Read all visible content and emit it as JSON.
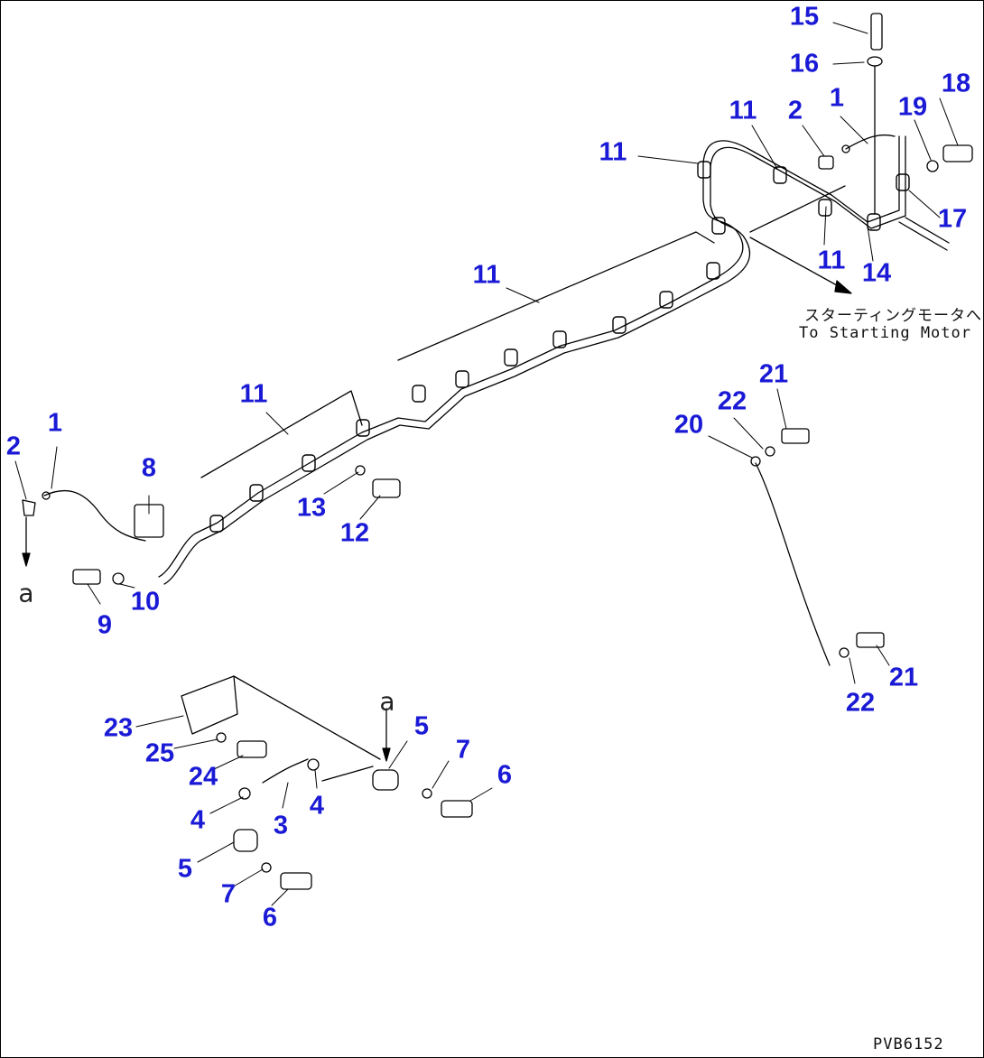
{
  "colors": {
    "callout": "#1a1ad6",
    "line": "#000000",
    "background": "#ffffff"
  },
  "diagram": {
    "callouts": [
      "15",
      "16",
      "18",
      "1",
      "2",
      "11",
      "19",
      "11",
      "17",
      "11",
      "14",
      "11",
      "11",
      "21",
      "22",
      "20",
      "11",
      "1",
      "2",
      "8",
      "13",
      "12",
      "10",
      "9",
      "21",
      "22",
      "5",
      "7",
      "23",
      "6",
      "25",
      "24",
      "4",
      "4",
      "3",
      "5",
      "7",
      "6"
    ],
    "ref_labels": [
      "a",
      "a"
    ],
    "note": {
      "line1": "スターティングモータへ",
      "line2": "To Starting Motor"
    },
    "drawing_no": "PVB6152"
  }
}
